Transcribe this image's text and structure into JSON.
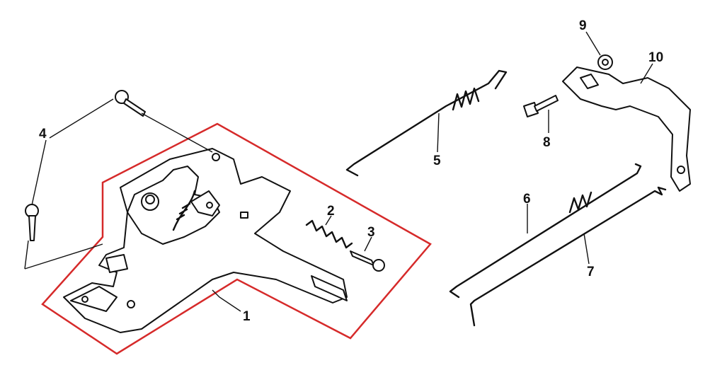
{
  "diagram": {
    "type": "exploded parts diagram",
    "highlight_color": "#d62a2a",
    "callouts": [
      "1",
      "2",
      "3",
      "4",
      "5",
      "6",
      "7",
      "8",
      "9",
      "10"
    ]
  }
}
